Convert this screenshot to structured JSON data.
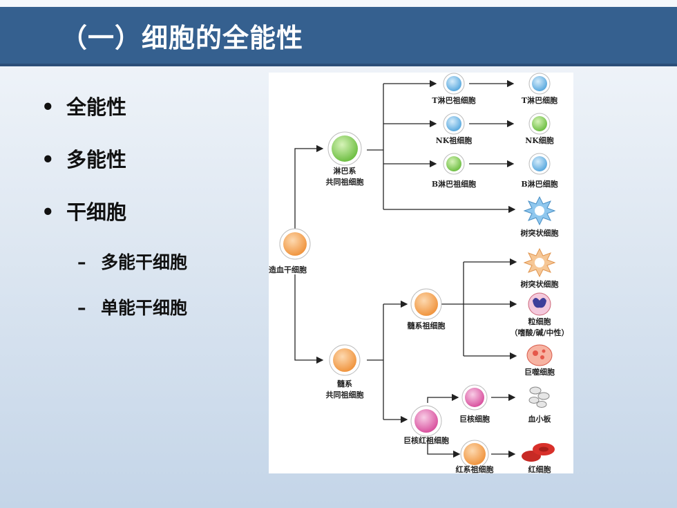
{
  "title": "（一）细胞的全能性",
  "bullets": [
    {
      "marker": "•",
      "text": "全能性"
    },
    {
      "marker": "•",
      "text": "多能性"
    },
    {
      "marker": "•",
      "text": "干细胞"
    }
  ],
  "sub_bullets": [
    {
      "marker": "–",
      "text": "多能干细胞"
    },
    {
      "marker": "–",
      "text": "单能干细胞"
    }
  ],
  "diagram": {
    "hsc": "造血干细胞",
    "lymph_common_1": "淋巴系",
    "lymph_common_2": "共同祖细胞",
    "t_progenitor": "T淋巴祖细胞",
    "t_cell": "T淋巴细胞",
    "nk_progenitor": "NK祖细胞",
    "nk_cell": "NK细胞",
    "b_progenitor": "B淋巴祖细胞",
    "b_cell": "B淋巴细胞",
    "dendritic_1": "树突状细胞",
    "dendritic_2": "树突状细胞",
    "myeloid_progenitor": "髓系祖细胞",
    "granulocyte_1": "粒细胞",
    "granulocyte_2": "（嗜酸/碱/中性）",
    "macrophage": "巨噬细胞",
    "myeloid_common_1": "髓系",
    "myeloid_common_2": "共同祖细胞",
    "megakaryocyte": "巨核细胞",
    "platelet": "血小板",
    "mk_erythroid_progenitor": "巨核红祖细胞",
    "erythroid_progenitor": "红系祖细胞",
    "red_blood_cell": "红细胞",
    "colors": {
      "stem": "#f4a65c",
      "lymph_common": "#8fd066",
      "t": "#7fc1ea",
      "nk": "#7fc1ea",
      "nk_mature": "#8fd066",
      "b": "#8fd066",
      "b_mature": "#7fc1ea",
      "magenta": "#e27ab8",
      "red": "#d8302a"
    }
  }
}
